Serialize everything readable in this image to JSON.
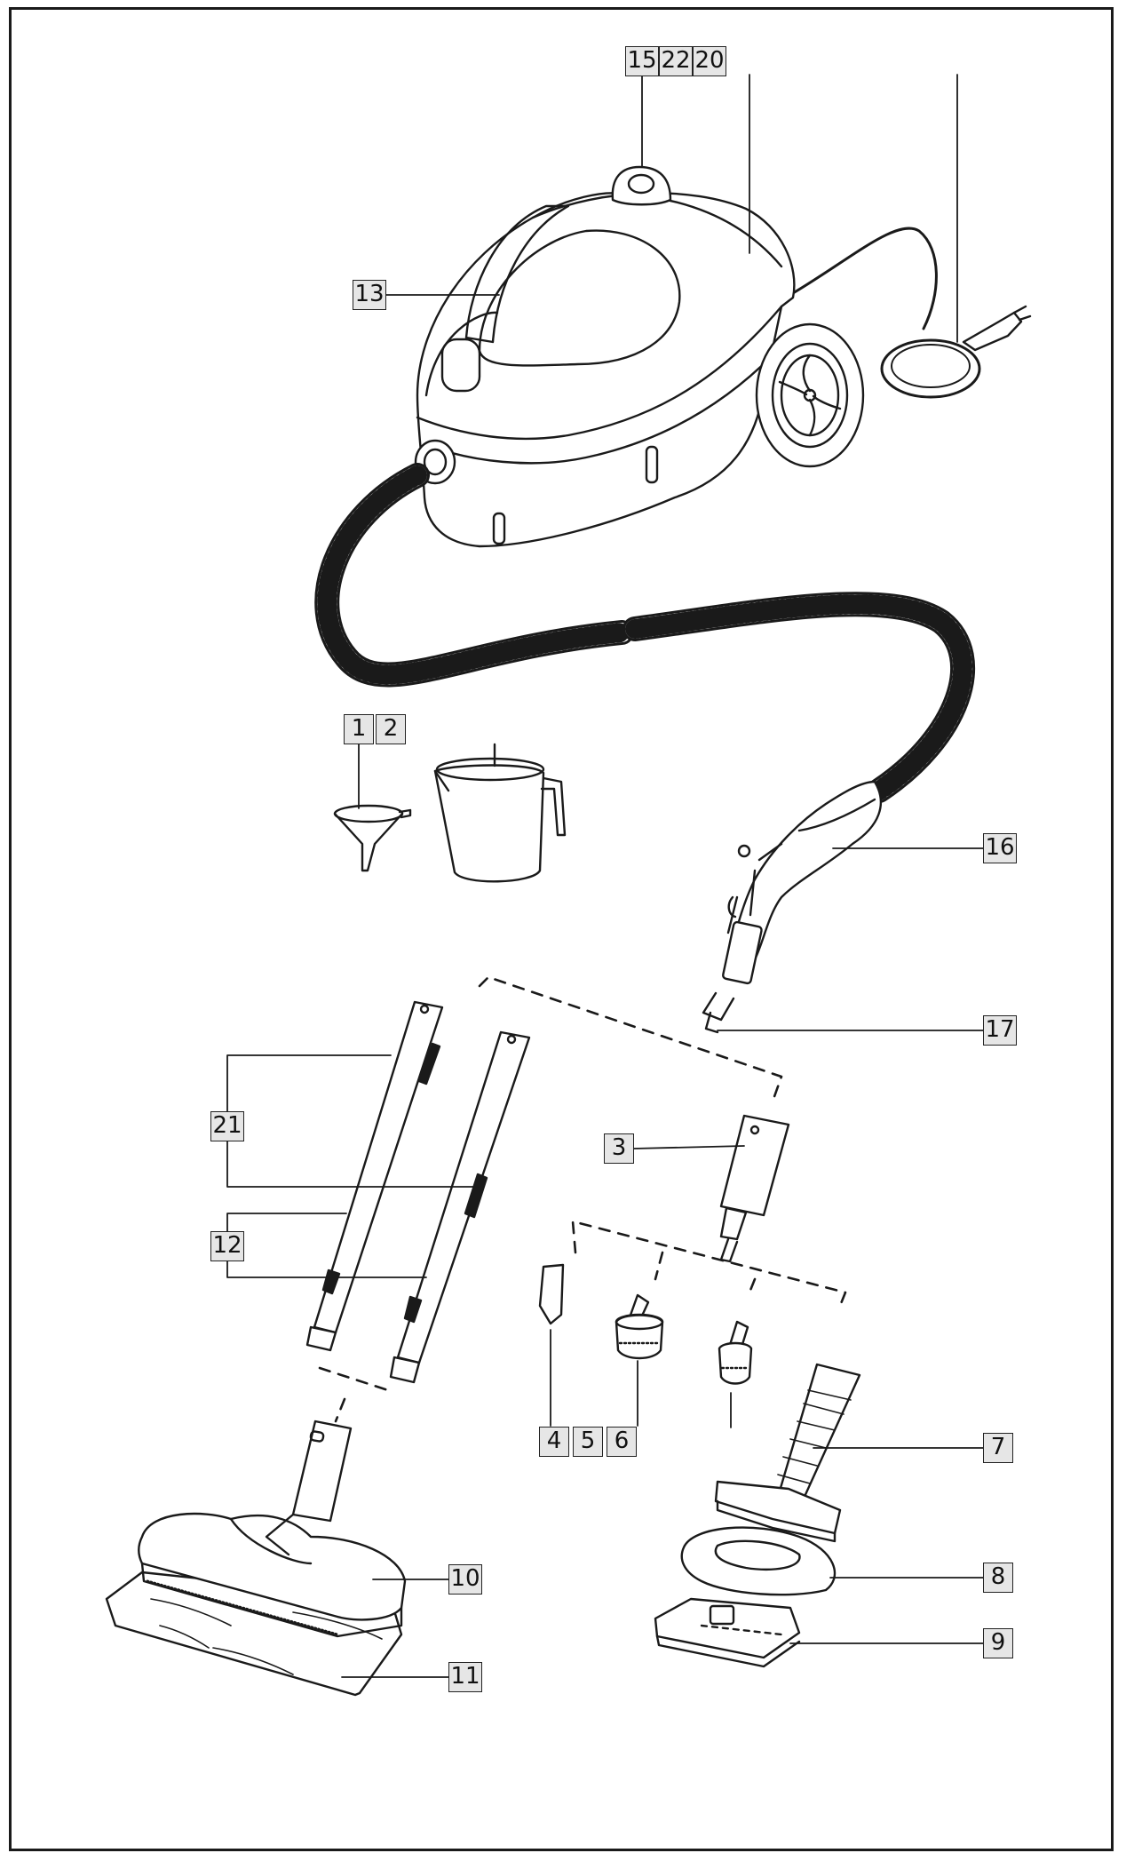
{
  "diagram": {
    "callouts": {
      "c15": "15",
      "c22": "22",
      "c20": "20",
      "c13": "13",
      "c1": "1",
      "c2": "2",
      "c16": "16",
      "c17": "17",
      "c21": "21",
      "c3": "3",
      "c12": "12",
      "c4": "4",
      "c5": "5",
      "c6": "6",
      "c7": "7",
      "c10": "10",
      "c8": "8",
      "c9": "9",
      "c11": "11"
    }
  }
}
